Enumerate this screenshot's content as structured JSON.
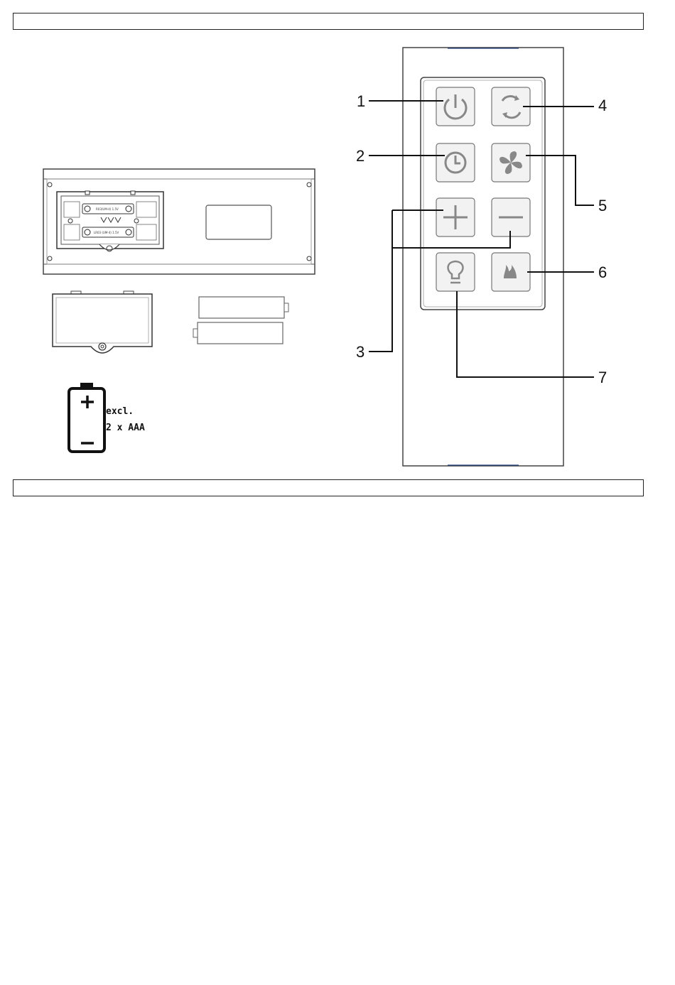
{
  "header_top": {
    "text": ""
  },
  "header_bottom": {
    "text": ""
  },
  "battery": {
    "line1": "excl.",
    "line2": "2 x AAA",
    "compartment_label_top": "R03(UM-4) 1.5V",
    "compartment_label_bottom": "LR03 (UM-4) 1.5V"
  },
  "remote": {
    "buttons": [
      {
        "callout": "1",
        "icon": "power-icon"
      },
      {
        "callout": "4",
        "icon": "rotate-icon"
      },
      {
        "callout": "2",
        "icon": "timer-icon"
      },
      {
        "callout": "5",
        "icon": "fan-icon"
      },
      {
        "callout": "3",
        "icon": "plus-icon"
      },
      {
        "callout": "3",
        "icon": "minus-icon"
      },
      {
        "callout": "7",
        "icon": "light-bulb-icon"
      },
      {
        "callout": "6",
        "icon": "flame-icon"
      }
    ],
    "callouts": [
      "1",
      "2",
      "3",
      "4",
      "5",
      "6",
      "7"
    ]
  }
}
